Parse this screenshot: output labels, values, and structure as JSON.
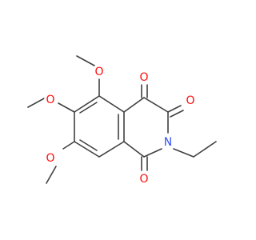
{
  "colors": {
    "bond": "#404040",
    "oxygen": "#ff0d0d",
    "nitrogen": "#3050f8",
    "background": "#ffffff"
  },
  "atoms": {
    "o_methoxy_top": "O",
    "o_methoxy_mid": "O",
    "o_methoxy_bottom": "O",
    "o_carbonyl_c4": "O",
    "o_carbonyl_c3": "O",
    "o_carbonyl_c1": "O",
    "n_ring": "N"
  }
}
